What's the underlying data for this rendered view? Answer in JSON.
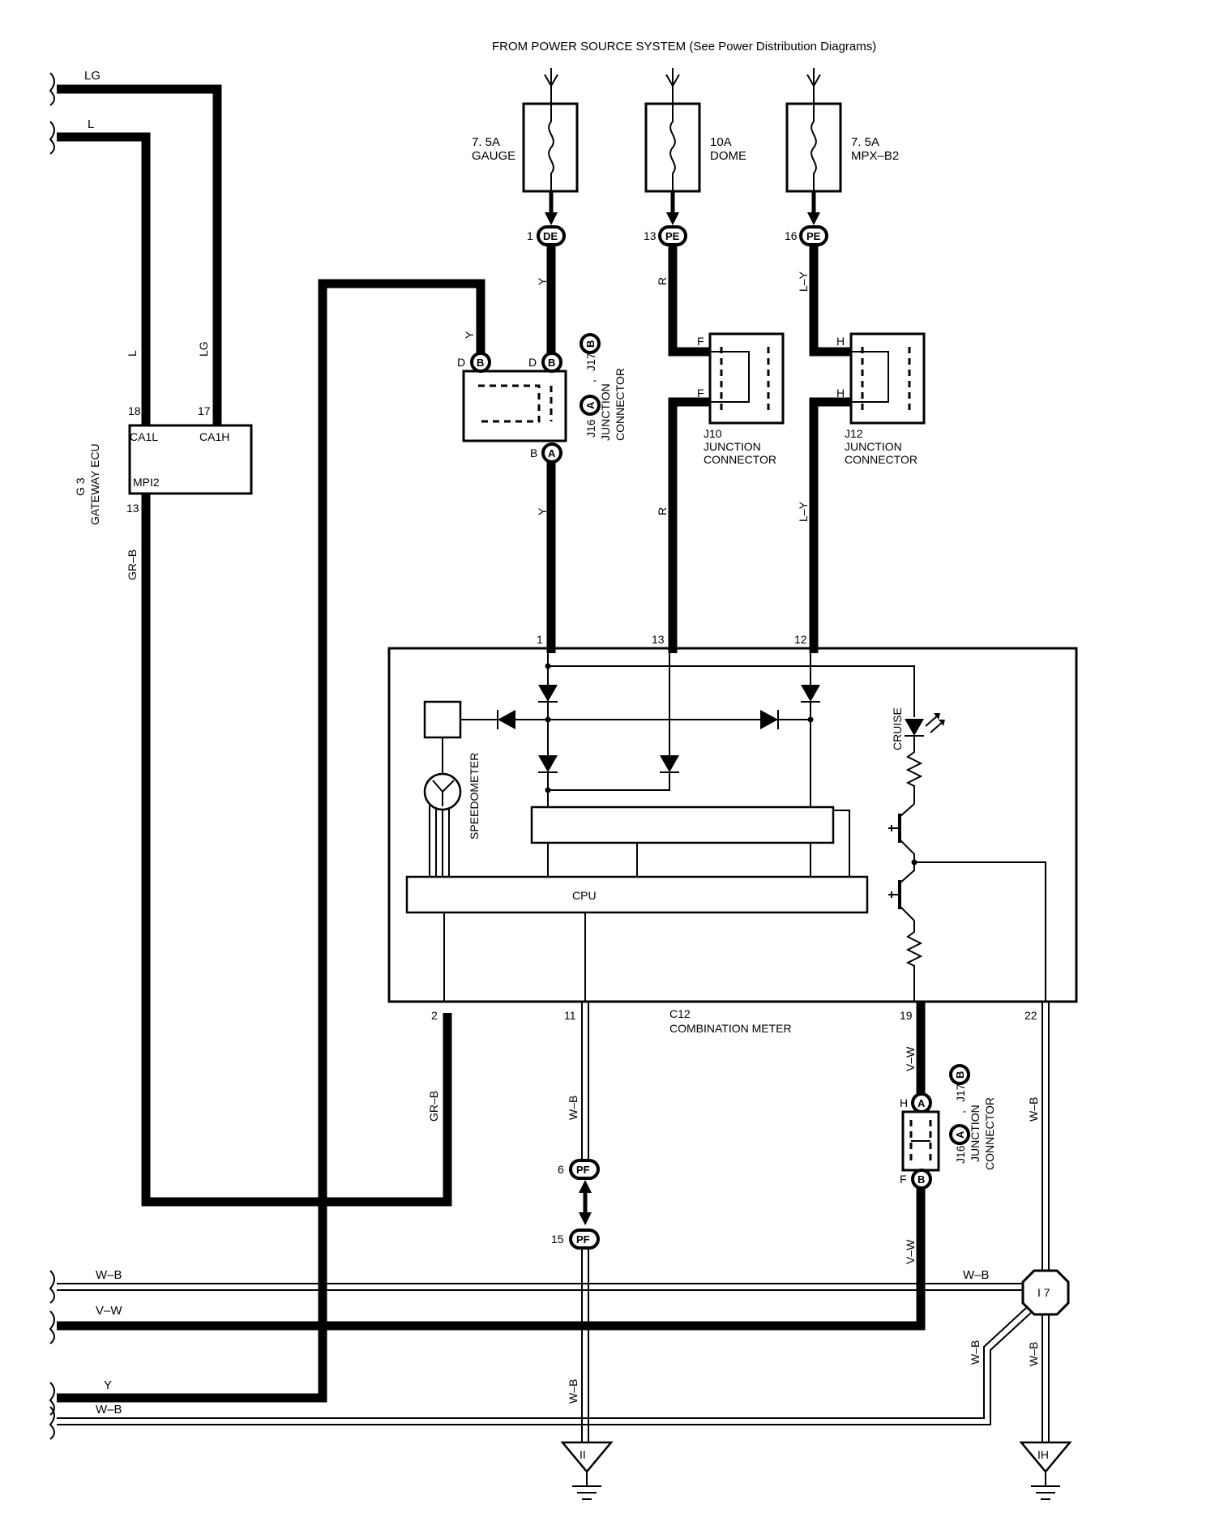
{
  "header": "FROM POWER SOURCE SYSTEM (See Power Distribution Diagrams)",
  "fuses": [
    {
      "amp": "7. 5A",
      "name": "GAUGE"
    },
    {
      "amp": "10A",
      "name": "DOME"
    },
    {
      "amp": "7. 5A",
      "name": "MPX–B2"
    }
  ],
  "connectors_top": [
    {
      "pin": "1",
      "code": "DE"
    },
    {
      "pin": "13",
      "code": "PE"
    },
    {
      "pin": "16",
      "code": "PE"
    }
  ],
  "left_wires": [
    "LG",
    "L",
    "W–B",
    "V–W",
    "Y",
    "W–B"
  ],
  "gateway_ecu": {
    "id": "G 3",
    "name": "GATEWAY ECU",
    "pin_l": "18",
    "term_l": "CA1L",
    "pin_h": "17",
    "term_h": "CA1H",
    "pin_mpi": "13",
    "term_mpi": "MPI2",
    "wire_l": "L",
    "wire_h": "LG",
    "wire_out": "GR–B"
  },
  "j16_top": {
    "pin_d": "D",
    "pin_b": "B",
    "badge_b": "B",
    "badge_a": "A",
    "wire_y_in": "Y",
    "wire_y_top": "Y",
    "wire_y_bottom": "Y",
    "j17": "J17",
    "j16": "J16",
    "sep": ",",
    "label1": "JUNCTION",
    "label2": "CONNECTOR"
  },
  "j10": {
    "id": "J10",
    "label1": "JUNCTION",
    "label2": "CONNECTOR",
    "pin": "F",
    "wire": "R"
  },
  "j12": {
    "id": "J12",
    "label1": "JUNCTION",
    "label2": "CONNECTOR",
    "pin": "H",
    "wire": "L–Y"
  },
  "meter": {
    "id": "C12",
    "name": "COMBINATION METER",
    "pins_top": [
      "1",
      "13",
      "12"
    ],
    "pins_bottom": [
      "2",
      "11",
      "19",
      "22"
    ],
    "cpu": "CPU",
    "speedometer": "SPEEDOMETER",
    "cruise": "CRUISE"
  },
  "wires_bottom": {
    "grb": "GR–B",
    "wb": "W–B",
    "vw": "V–W"
  },
  "j16_bottom": {
    "pin_h": "H",
    "pin_f": "F",
    "badge_a": "A",
    "badge_b": "B",
    "j17": "J17",
    "j16": "J16",
    "sep": ",",
    "label1": "JUNCTION",
    "label2": "CONNECTOR"
  },
  "pf": [
    {
      "pin": "6",
      "code": "PF"
    },
    {
      "pin": "15",
      "code": "PF"
    }
  ],
  "splice": "I 7",
  "grounds": [
    "II",
    "IH"
  ]
}
